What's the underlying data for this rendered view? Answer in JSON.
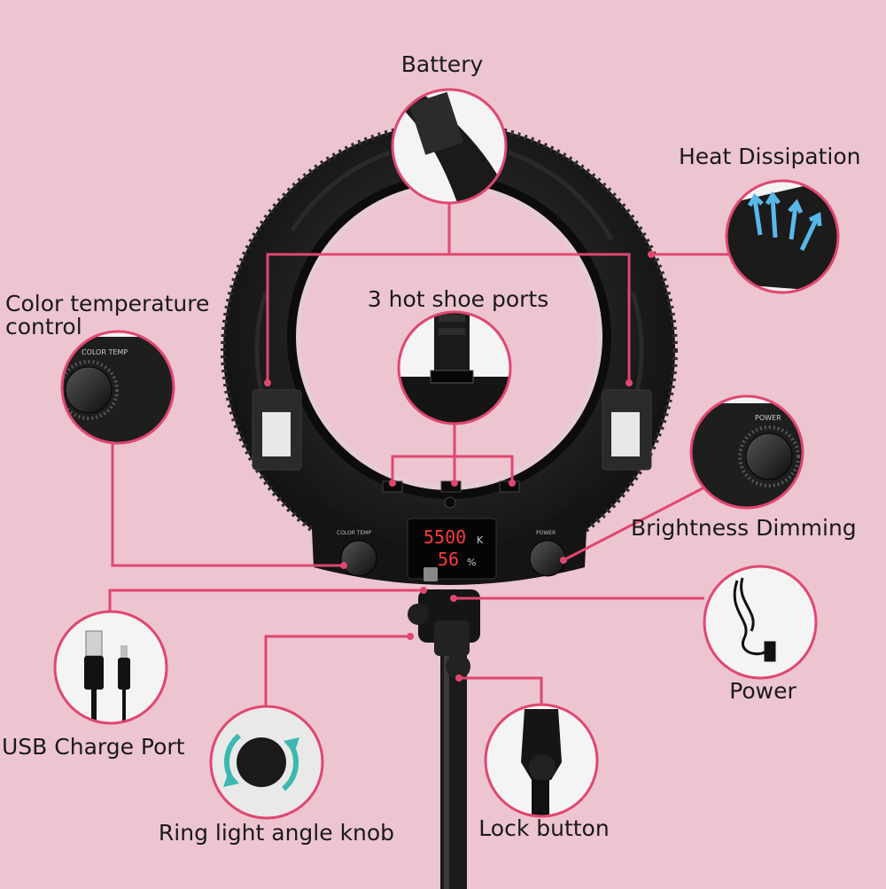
{
  "labels": {
    "battery": "Battery",
    "heat": "Heat Dissipation",
    "color_temp_line1": "Color temperature",
    "color_temp_line2": "control",
    "hot_shoe": "3 hot shoe ports",
    "brightness": "Brightness Dimming",
    "power": "Power",
    "usb": "USB Charge Port",
    "angle_knob": "Ring light angle knob",
    "lock": "Lock button"
  },
  "device": {
    "display_temp": "5500",
    "display_temp_unit": "K",
    "display_brightness": "56",
    "display_brightness_unit": "%",
    "color_temp_text": "COLOR TEMP",
    "power_text": "POWER",
    "inset_color_temp_text": "COLOR TEMP",
    "inset_power_text": "POWER"
  },
  "colors": {
    "background": "#ecc5d1",
    "accent": "#e0476f",
    "device": "#1c1c1c",
    "display_led": "#ff3a3a"
  },
  "icons": [
    "battery-inset",
    "heat-arrows-icon",
    "dial-inset",
    "hot-shoe-inset",
    "power-cable-inset",
    "usb-cable-inset",
    "angle-knob-inset",
    "lock-button-inset"
  ]
}
